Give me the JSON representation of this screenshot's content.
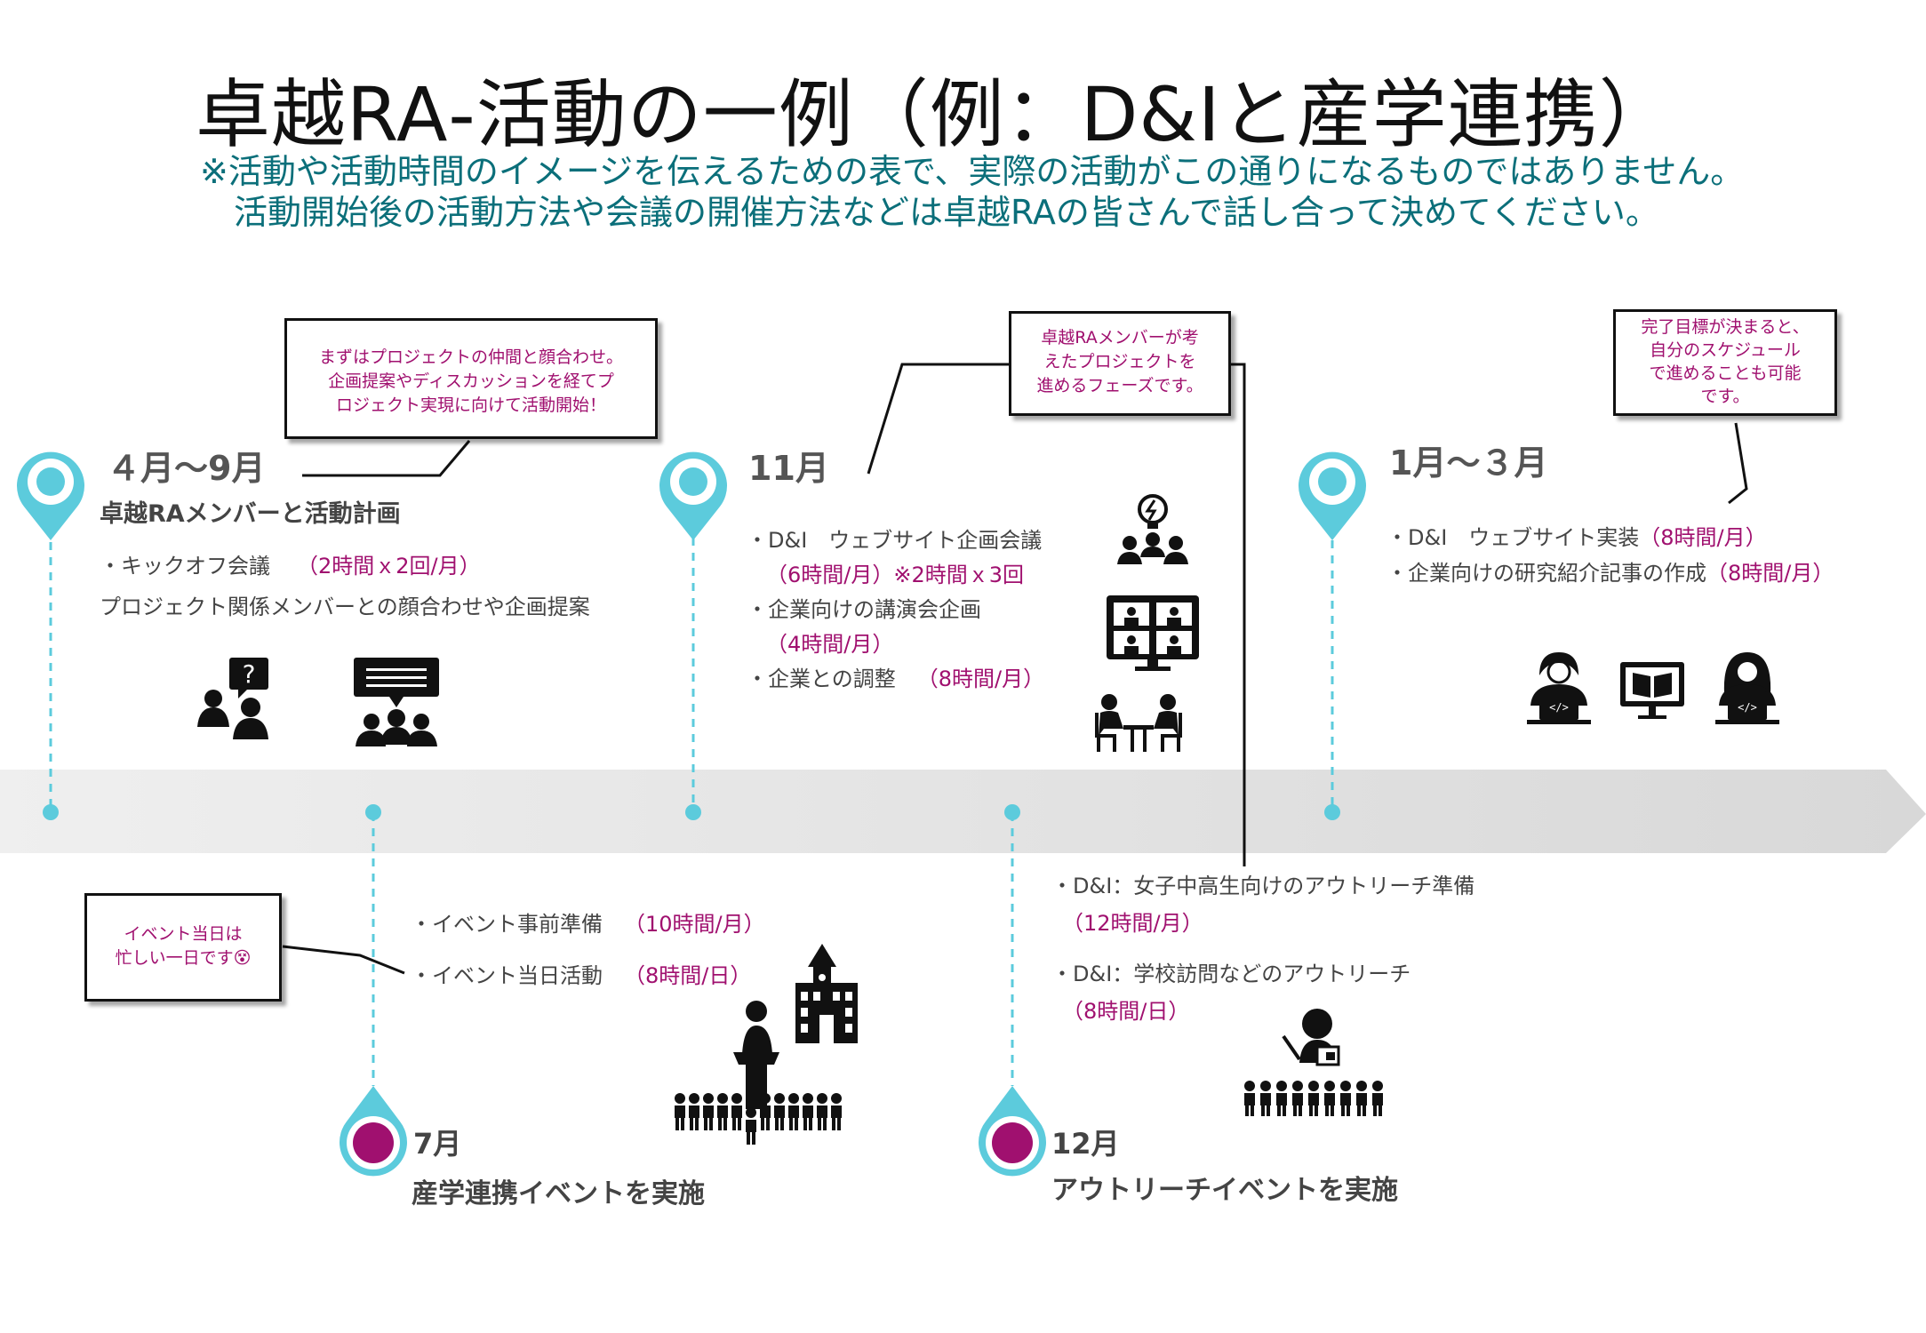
{
  "title": "卓越RA‐活動の一例（例：D&Iと産学連携）",
  "subtitle_line1": "※活動や活動時間のイメージを伝えるための表で、実際の活動がこの通りになるものではありません。",
  "subtitle_line2": "活動開始後の活動方法や会議の開催方法などは卓越RAの皆さんで話し合って決めてください。",
  "phases": {
    "apr_sep": {
      "period": "４月～9月",
      "heading": "卓越RAメンバーと活動計画",
      "item1": "・キックオフ会議",
      "item1_time": "（2時間ｘ2回/月）",
      "item2": "プロジェクト関係メンバーとの顔合わせや企画提案",
      "callout": [
        "まずはプロジェクトの仲間と顔合わせ。",
        "企画提案やディスカッションを経てプ",
        "ロジェクト実現に向けて活動開始！"
      ]
    },
    "jul": {
      "period": "7月",
      "heading": "産学連携イベントを実施",
      "item1": "・イベント事前準備",
      "item1_time": "（10時間/月）",
      "item2": "・イベント当日活動",
      "item2_time": "（8時間/日）",
      "callout": [
        "イベント当日は",
        "忙しい一日です😵"
      ]
    },
    "nov": {
      "period": "11月",
      "item1": "・D&I　ウェブサイト企画会議",
      "item1_time": "（6時間/月）※2時間ｘ3回",
      "item2": "・企業向けの講演会企画",
      "item2_time": "（4時間/月）",
      "item3": "・企業との調整",
      "item3_time": "（8時間/月）",
      "callout": [
        "卓越RAメンバーが考",
        "えたプロジェクトを",
        "進めるフェーズです。"
      ]
    },
    "dec": {
      "period": "12月",
      "heading": "アウトリーチイベントを実施",
      "item1": "・D&I：女子中高生向けのアウトリーチ準備",
      "item1_time": "（12時間/月）",
      "item2": "・D&I：学校訪問などのアウトリーチ",
      "item2_time": "（8時間/日）"
    },
    "jan_mar": {
      "period": "1月～３月",
      "item1": "・D&I　ウェブサイト実装",
      "item1_time": "（8時間/月）",
      "item2": "・企業向けの研究紹介記事の作成",
      "item2_time": "（8時間/月）",
      "callout": [
        "完了目標が決まると、",
        "自分のスケジュール",
        "で進めることも可能",
        "です。"
      ]
    }
  },
  "colors": {
    "accent_teal": "#5ccbdc",
    "accent_magenta": "#a0106f",
    "subtitle_teal": "#0b6f7a",
    "band_gray": "#e6e6e6"
  },
  "icons": [
    "question-people-icon",
    "audience-speech-icon",
    "lightbulb-team-icon",
    "video-conference-icon",
    "meeting-table-icon",
    "lecture-podium-icon",
    "school-building-icon",
    "teacher-class-icon",
    "coder-laptop-icon",
    "ebook-monitor-icon"
  ]
}
